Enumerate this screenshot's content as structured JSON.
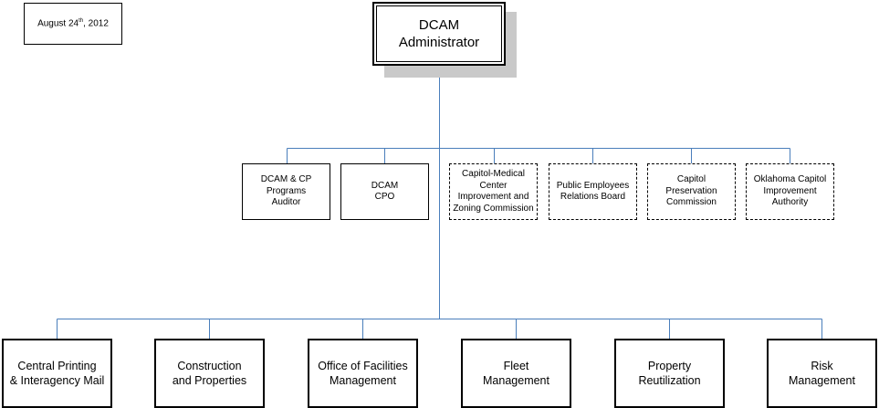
{
  "date": {
    "text": "August 24",
    "sup": "th",
    "year": ", 2012"
  },
  "admin": {
    "label": "DCAM\nAdministrator"
  },
  "mid_boxes": [
    {
      "label": "DCAM & CP\nPrograms\nAuditor",
      "style": "solid"
    },
    {
      "label": "DCAM\nCPO",
      "style": "solid"
    },
    {
      "label": "Capitol-Medical\nCenter\nImprovement and\nZoning Commission",
      "style": "dashed"
    },
    {
      "label": "Public Employees\nRelations Board",
      "style": "dashed"
    },
    {
      "label": "Capitol\nPreservation\nCommission",
      "style": "dashed"
    },
    {
      "label": "Oklahoma Capitol\nImprovement\nAuthority",
      "style": "dashed"
    }
  ],
  "bottom_boxes": [
    {
      "label": "Central Printing\n& Interagency Mail"
    },
    {
      "label": "Construction\nand Properties"
    },
    {
      "label": "Office of Facilities\nManagement"
    },
    {
      "label": "Fleet\nManagement"
    },
    {
      "label": "Property\nReutilization"
    },
    {
      "label": "Risk\nManagement"
    }
  ],
  "colors": {
    "connector": "#4a7ebb"
  }
}
